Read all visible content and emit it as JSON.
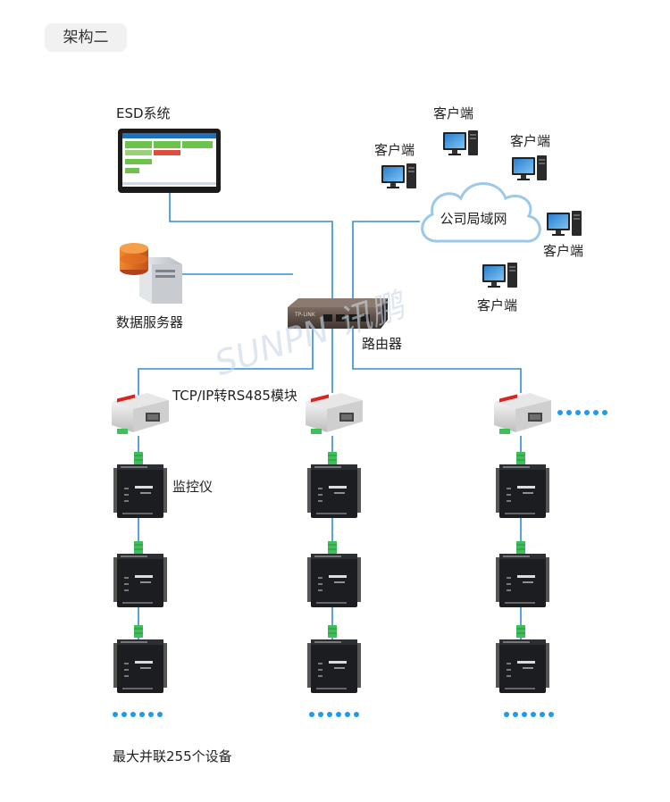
{
  "section_tag": "架构二",
  "esd_system_label": "ESD系统",
  "server_label": "数据服务器",
  "router_label": "路由器",
  "router_brand": "TP-LINK",
  "converter_label": "TCP/IP转RS485模块",
  "monitor_label": "监控仪",
  "cloud_label": "公司局域网",
  "client_label": "客户端",
  "watermark": "SUNPN 讯鹏",
  "footer_note": "最大并联255个设备",
  "colors": {
    "line": "#2f8ed6",
    "dots": "#1f9be9",
    "green_link": "#3fbf5a",
    "cloud_edge": "#9cc8ea"
  },
  "icons": [
    "monitor-icon",
    "server-icon",
    "database-icon",
    "router-icon",
    "converter-icon",
    "controller-icon",
    "cloud-icon",
    "desktop-pc-icon"
  ]
}
